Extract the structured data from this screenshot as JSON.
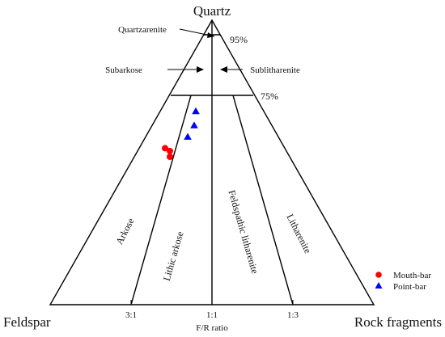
{
  "apices": {
    "top": "Quartz",
    "left": "Feldspar",
    "right": "Rock fragments"
  },
  "thresholds": [
    "95%",
    "75%"
  ],
  "fields": {
    "quartzarenite": "Quartzarenite",
    "subarkose": "Subarkose",
    "sublitharenite": "Sublitharenite",
    "arkose": "Arkose",
    "lithic_arkose": "Lithic arkose",
    "feldspathic_litharenite": "Feldspathic litharenite",
    "litharenite": "Litharenite"
  },
  "ratio_axis": {
    "label": "F/R ratio",
    "ticks": [
      "3:1",
      "1:1",
      "1:3"
    ]
  },
  "legend": [
    {
      "name": "Mouth-bar",
      "shape": "circle",
      "color": "#ff0000"
    },
    {
      "name": "Point-bar",
      "shape": "triangle",
      "color": "#0000ff"
    }
  ],
  "chart_data": {
    "type": "scatter",
    "series": [
      {
        "name": "Mouth-bar",
        "color": "#ff0000",
        "points": [
          {
            "Q": 0.55,
            "F": 0.37,
            "R": 0.08
          },
          {
            "Q": 0.54,
            "F": 0.36,
            "R": 0.1
          },
          {
            "Q": 0.52,
            "F": 0.37,
            "R": 0.11
          }
        ]
      },
      {
        "name": "Point-bar",
        "color": "#0000ff",
        "points": [
          {
            "Q": 0.68,
            "F": 0.21,
            "R": 0.11
          },
          {
            "Q": 0.63,
            "F": 0.24,
            "R": 0.13
          },
          {
            "Q": 0.59,
            "F": 0.28,
            "R": 0.13
          }
        ]
      }
    ]
  }
}
